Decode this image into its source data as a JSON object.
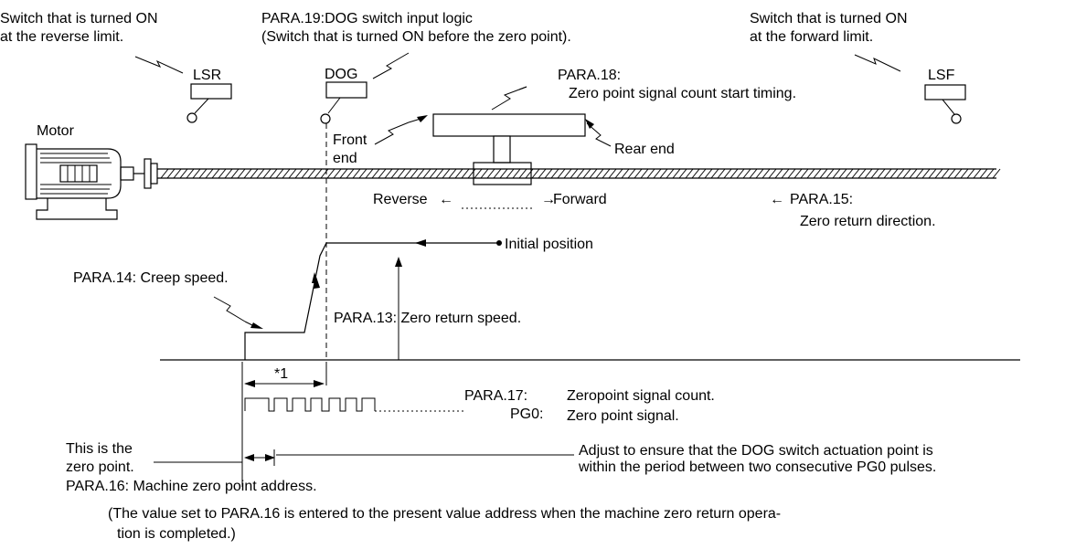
{
  "labels": {
    "reverse_limit_note_line1": "Switch that is turned ON",
    "reverse_limit_note_line2": "at the reverse limit.",
    "dog_logic_line1": "PARA.19:DOG switch input logic",
    "dog_logic_line2": "(Switch that is turned ON before the zero point).",
    "forward_limit_note_line1": "Switch that is turned ON",
    "forward_limit_note_line2": "at the forward limit.",
    "lsr": "LSR",
    "dog": "DOG",
    "lsf": "LSF",
    "para18_line1": "PARA.18:",
    "para18_line2": "Zero point signal count start timing.",
    "motor": "Motor",
    "front_end_line1": "Front",
    "front_end_line2": "end",
    "rear_end": "Rear end",
    "reverse": "Reverse",
    "forward": "Forward",
    "para15_line1": "PARA.15:",
    "para15_line2": "Zero return direction.",
    "initial_position": "Initial position",
    "para14": "PARA.14: Creep speed.",
    "para13": "PARA.13: Zero return speed.",
    "star1": "*1",
    "para17_label": "PARA.17:",
    "para17_text": "Zeropoint signal count.",
    "pg0_label": "PG0:",
    "pg0_text": "Zero point signal.",
    "zero_point_line1": "This is the",
    "zero_point_line2": "zero point.",
    "adjust_line1": "Adjust to ensure that the DOG switch actuation point is",
    "adjust_line2": "within the period between two consecutive PG0 pulses.",
    "para16": "PARA.16: Machine zero point address.",
    "para16_note_line1": "(The value set to PARA.16 is entered to the present value address when the machine zero return opera-",
    "para16_note_line2": "tion is completed.)",
    "arrow_left": "←",
    "arrow_right": "→"
  }
}
